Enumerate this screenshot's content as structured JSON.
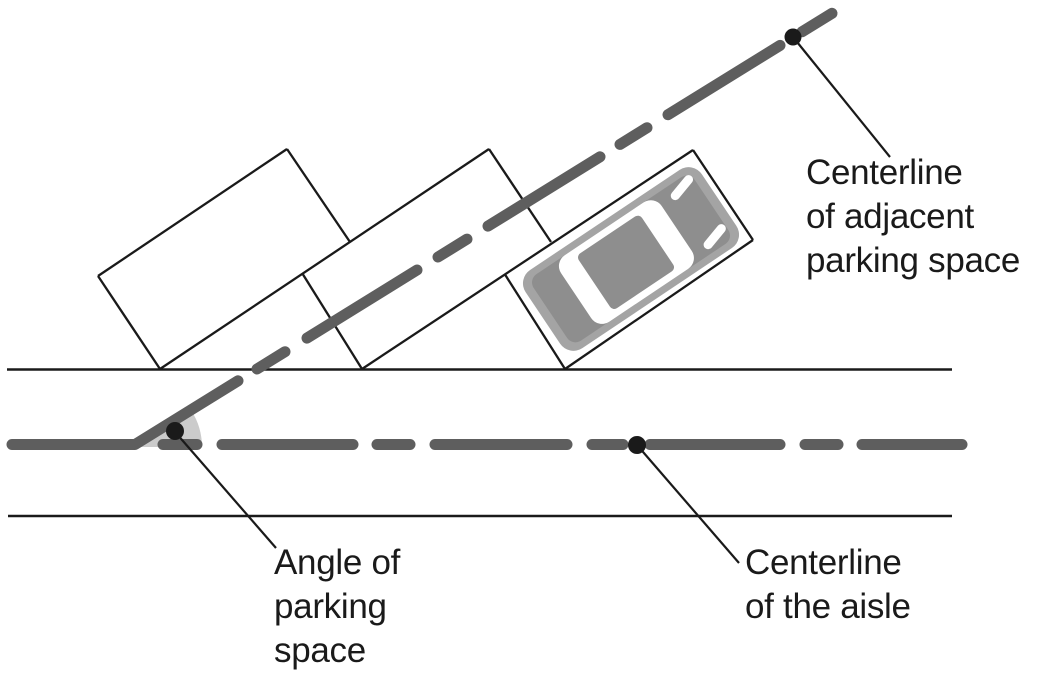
{
  "figure": {
    "type": "angle-parking-diagram",
    "labels": {
      "adjacent_centerline": {
        "lines": [
          "Centerline",
          "of adjacent",
          "parking space"
        ]
      },
      "parking_angle": {
        "lines": [
          "Angle of",
          "parking",
          "space"
        ]
      },
      "aisle_centerline": {
        "lines": [
          "Centerline",
          "of the aisle"
        ]
      }
    },
    "colors": {
      "background": "#ffffff",
      "outline": "#1a1a1a",
      "centerline": "#5e5e5e",
      "angle_wedge": "#cbcbcb",
      "car_body": "#a4a4a4",
      "car_detail": "#8e8e8e",
      "car_glass": "#ffffff",
      "text": "#1a1a1a"
    }
  }
}
